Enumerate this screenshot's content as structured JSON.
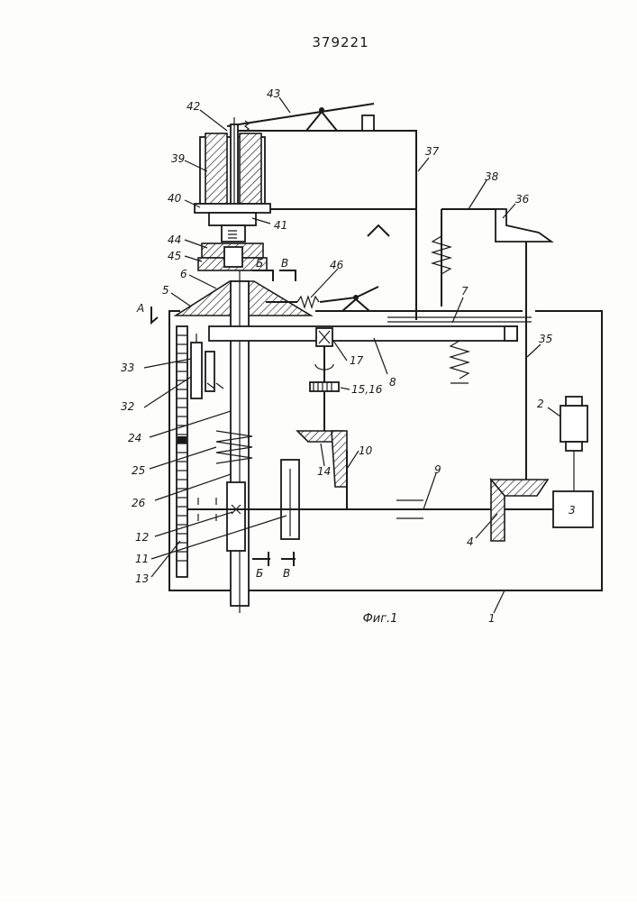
{
  "patent_number": "379221",
  "figure_caption": "Фиг.1",
  "labels": {
    "l1": "1",
    "l2": "2",
    "l3": "3",
    "l4": "4",
    "l5": "5",
    "l6": "6",
    "l7": "7",
    "l8": "8",
    "l9": "9",
    "l10": "10",
    "l11": "11",
    "l12": "12",
    "l13": "13",
    "l14": "14",
    "l1516": "15,16",
    "l17": "17",
    "l24": "24",
    "l25": "25",
    "l26": "26",
    "l32": "32",
    "l33": "33",
    "l35": "35",
    "l36": "36",
    "l37": "37",
    "l38": "38",
    "l39": "39",
    "l40": "40",
    "l41": "41",
    "l42": "42",
    "l43": "43",
    "l44": "44",
    "l45": "45",
    "l46": "46"
  },
  "section_marks": {
    "a": "A",
    "b_top": "Б",
    "v_top": "В",
    "b_bottom": "Б",
    "v_bottom": "В"
  }
}
